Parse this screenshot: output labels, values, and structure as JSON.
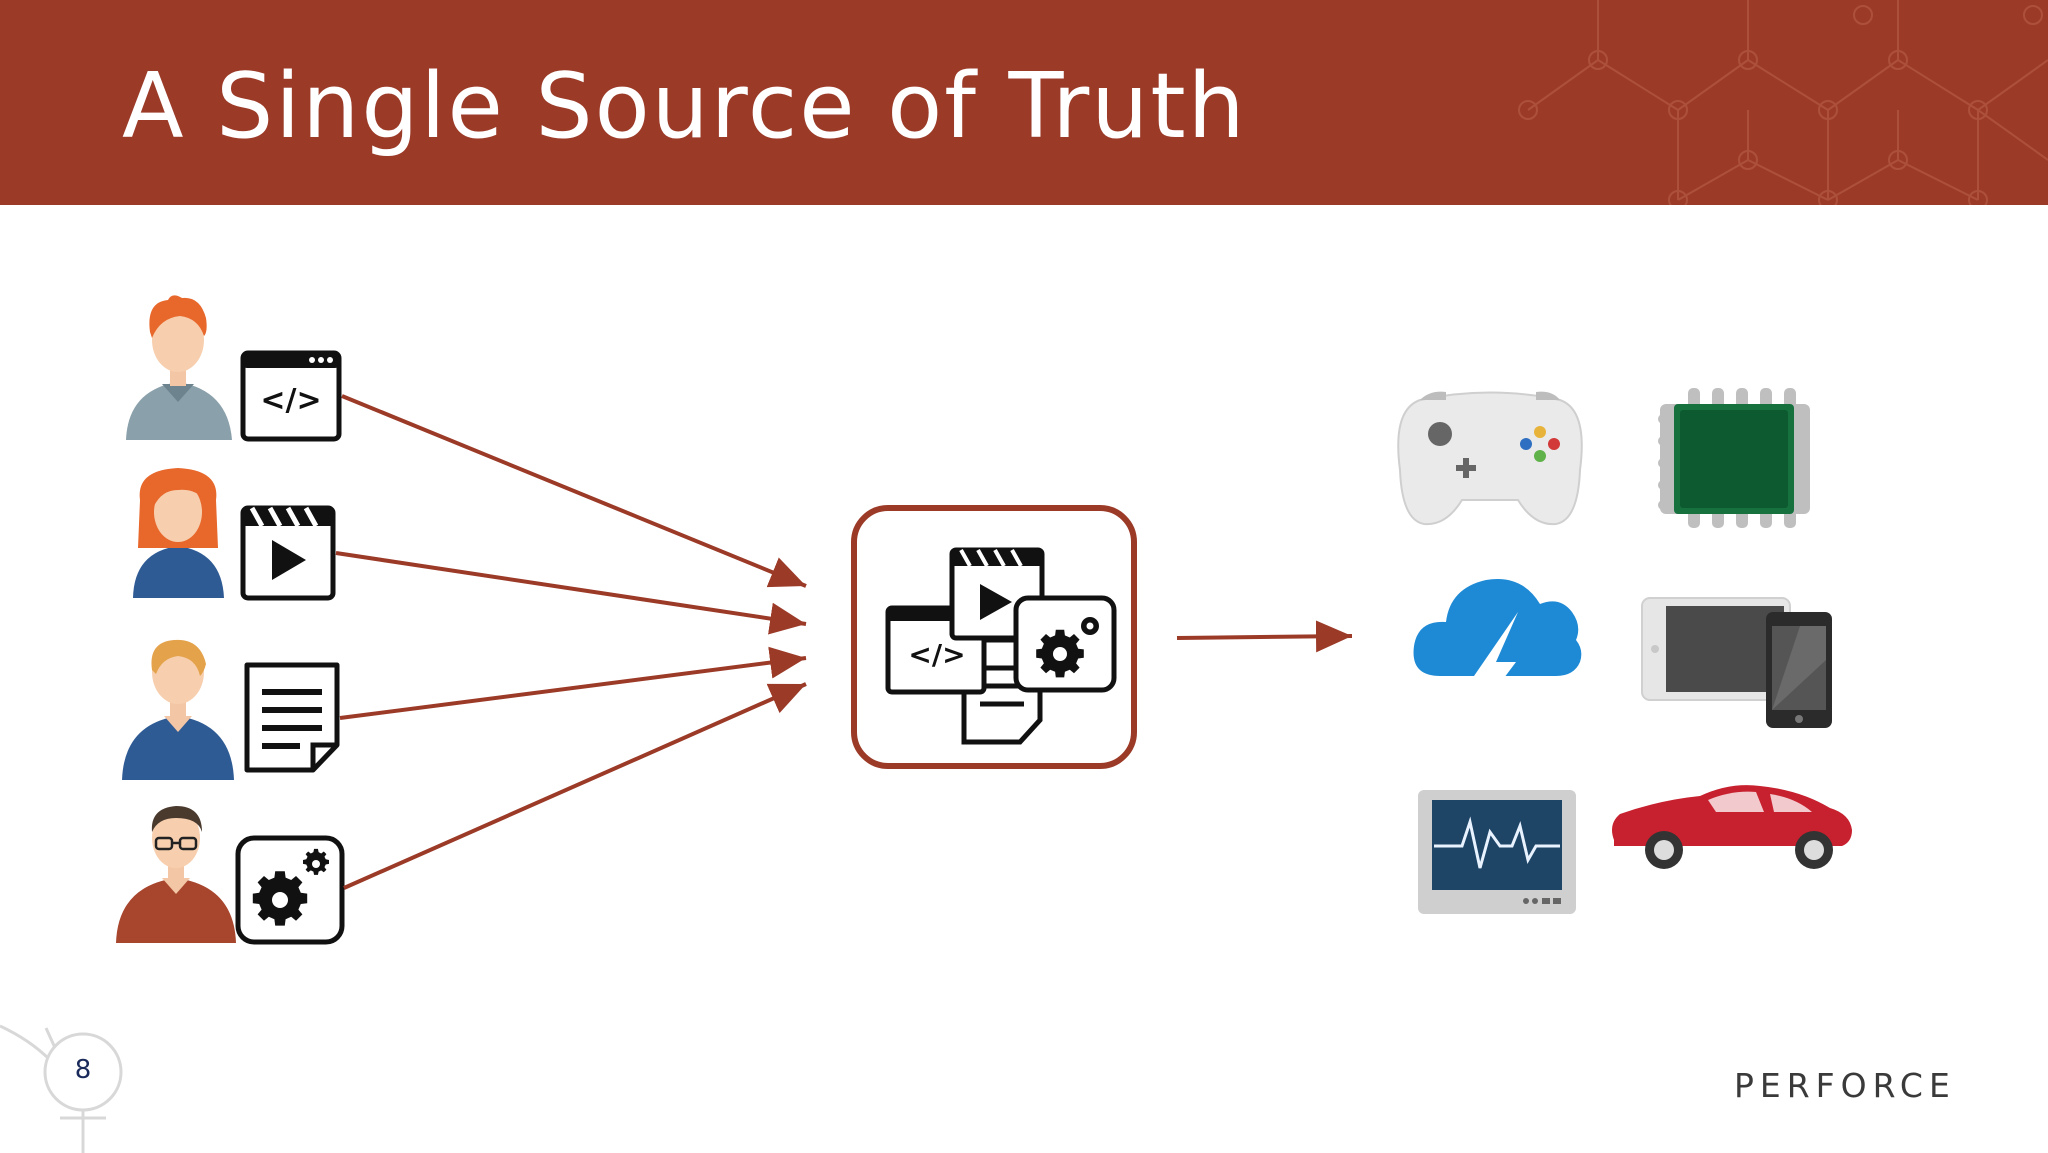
{
  "slide": {
    "title": "A Single Source of Truth",
    "page_number": "8",
    "brand": "PERFORCE"
  },
  "colors": {
    "header": "#9c3a28",
    "accent": "#9c3a28",
    "title_text": "#ffffff"
  },
  "contributors": [
    {
      "person": "developer-avatar",
      "asset": "code-window-icon"
    },
    {
      "person": "artist-avatar",
      "asset": "video-clapper-icon"
    },
    {
      "person": "writer-avatar",
      "asset": "document-icon"
    },
    {
      "person": "engineer-avatar",
      "asset": "gears-icon"
    }
  ],
  "hub": {
    "icon": "combined-assets-icon"
  },
  "targets": [
    "game-controller-icon",
    "microchip-icon",
    "cloud-lightning-icon",
    "tablet-phone-icon",
    "heart-monitor-icon",
    "car-icon"
  ]
}
